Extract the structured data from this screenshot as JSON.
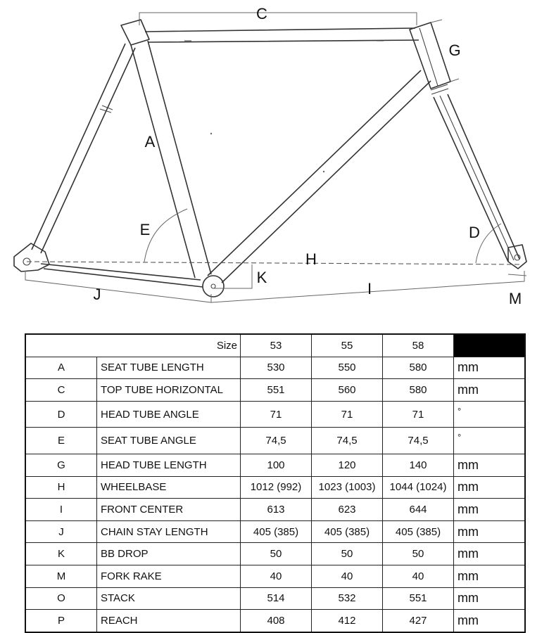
{
  "diagram": {
    "labels": {
      "A": "A",
      "C": "C",
      "D": "D",
      "E": "E",
      "G": "G",
      "H": "H",
      "I": "I",
      "J": "J",
      "K": "K",
      "M": "M"
    }
  },
  "table": {
    "size_label": "Size",
    "sizes": [
      "53",
      "55",
      "58"
    ],
    "rows": [
      {
        "code": "A",
        "name": "SEAT TUBE LENGTH",
        "values": [
          "530",
          "550",
          "580"
        ],
        "unit": "mm"
      },
      {
        "code": "C",
        "name": "TOP TUBE HORIZONTAL",
        "values": [
          "551",
          "560",
          "580"
        ],
        "unit": "mm"
      },
      {
        "code": "D",
        "name": "HEAD TUBE ANGLE",
        "values": [
          "71",
          "71",
          "71"
        ],
        "unit": "°"
      },
      {
        "code": "E",
        "name": "SEAT TUBE ANGLE",
        "values": [
          "74,5",
          "74,5",
          "74,5"
        ],
        "unit": "°"
      },
      {
        "code": "G",
        "name": "HEAD TUBE LENGTH",
        "values": [
          "100",
          "120",
          "140"
        ],
        "unit": "mm"
      },
      {
        "code": "H",
        "name": "WHEELBASE",
        "values": [
          "1012 (992)",
          "1023 (1003)",
          "1044 (1024)"
        ],
        "unit": "mm"
      },
      {
        "code": "I",
        "name": "FRONT CENTER",
        "values": [
          "613",
          "623",
          "644"
        ],
        "unit": "mm"
      },
      {
        "code": "J",
        "name": "CHAIN STAY LENGTH",
        "values": [
          "405 (385)",
          "405 (385)",
          "405 (385)"
        ],
        "unit": "mm"
      },
      {
        "code": "K",
        "name": "BB DROP",
        "values": [
          "50",
          "50",
          "50"
        ],
        "unit": "mm"
      },
      {
        "code": "M",
        "name": "FORK RAKE",
        "values": [
          "40",
          "40",
          "40"
        ],
        "unit": "mm"
      },
      {
        "code": "O",
        "name": "STACK",
        "values": [
          "514",
          "532",
          "551"
        ],
        "unit": "mm"
      },
      {
        "code": "P",
        "name": "REACH",
        "values": [
          "408",
          "412",
          "427"
        ],
        "unit": "mm"
      }
    ]
  }
}
